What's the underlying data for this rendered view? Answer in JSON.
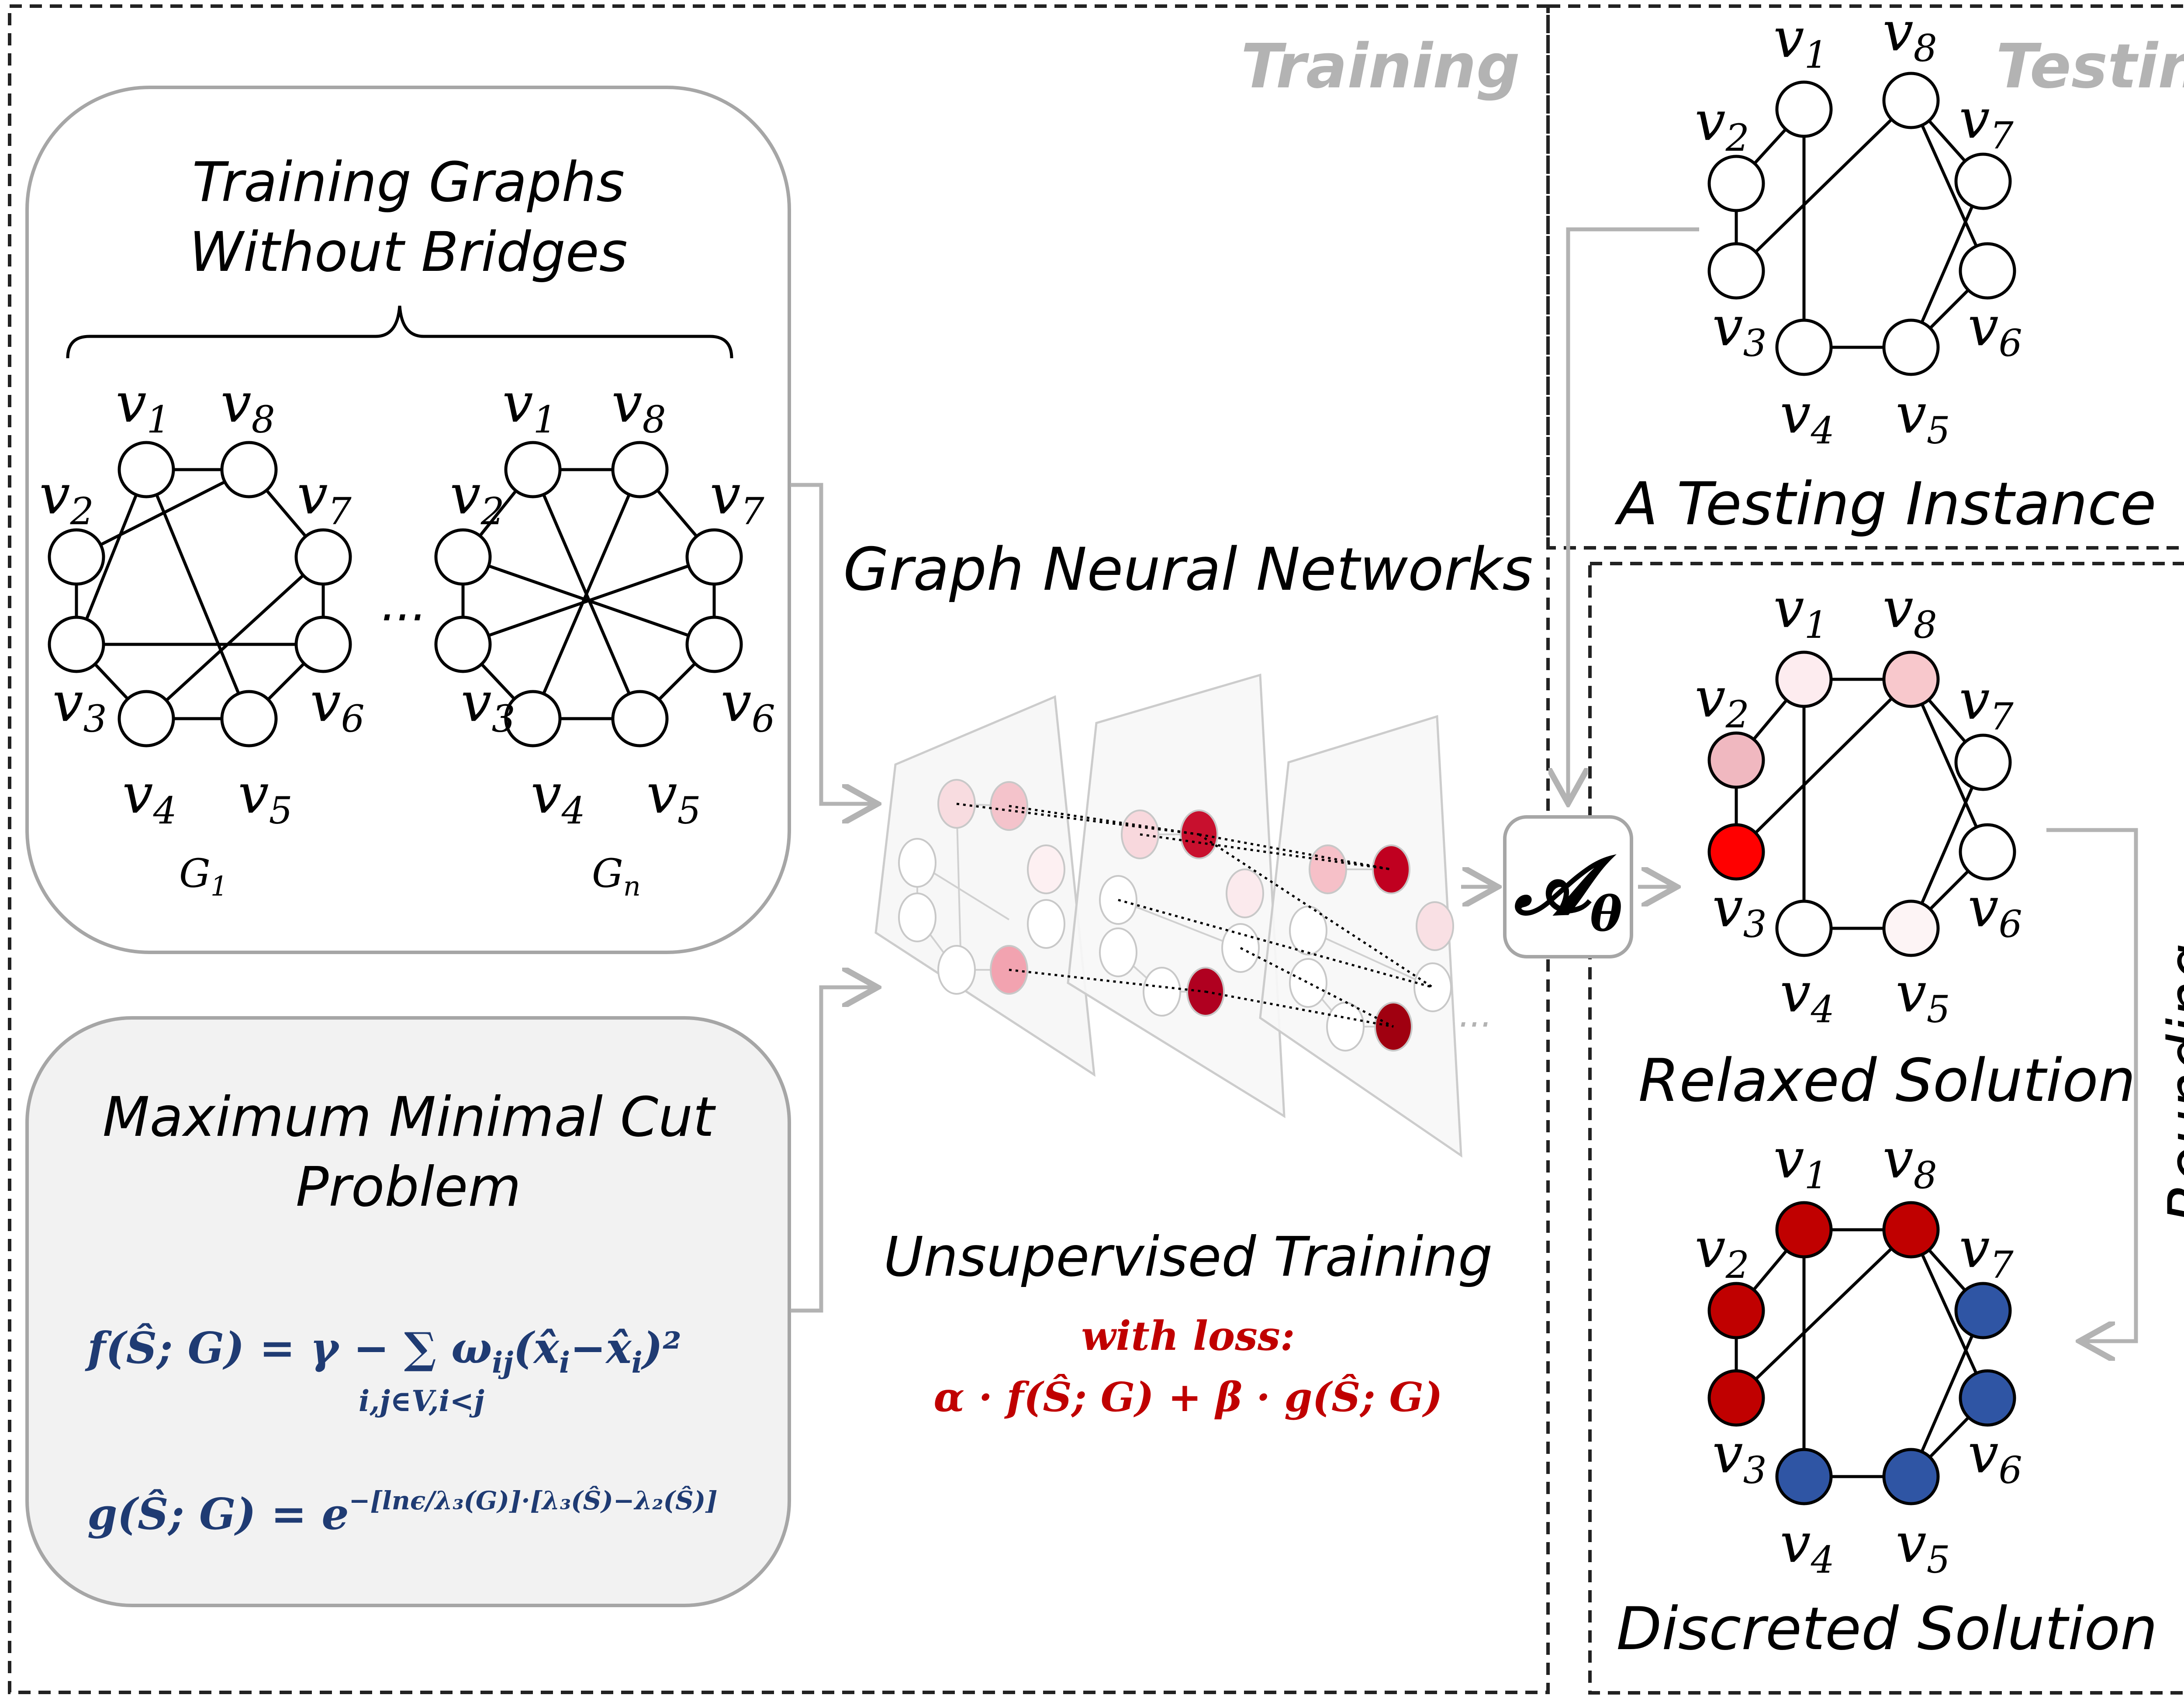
{
  "sections": {
    "training_title": "Training",
    "testing_title": "Testing"
  },
  "training_graphs": {
    "title_line1": "Training Graphs",
    "title_line2": "Without Bridges",
    "ellipsis": "...",
    "graph1_label": "G",
    "graph1_sub": "1",
    "graphn_label": "G",
    "graphn_sub": "n"
  },
  "node_labels": {
    "v": "v",
    "v1": "1",
    "v2": "2",
    "v3": "3",
    "v4": "4",
    "v5": "5",
    "v6": "6",
    "v7": "7",
    "v8": "8"
  },
  "problem": {
    "title_line1": "Maximum Minimal Cut",
    "title_line2": "Problem",
    "f_formula": "f(Ŝ; G) = γ − ∑ ω",
    "f_sub": "ij",
    "f_tail": "(x̂",
    "f_tail_i": "i",
    "f_tail_mid": "−x̂",
    "f_tail_i2": "i",
    "f_tail_end": ")²",
    "sum_index": "i,j∈V,i<j",
    "g_formula": "g(Ŝ; G) = e",
    "g_exponent": "−[lnϵ/λ₃(G)]·[λ₃(Ŝ)−λ₂(Ŝ)]"
  },
  "gnn": {
    "title": "Graph Neural Networks",
    "ellipsis": "...",
    "training_caption": "Unsupervised Training",
    "loss_label": "with loss:",
    "loss_formula": "α · f(Ŝ; G) + β · g(Ŝ; G)"
  },
  "model": {
    "symbol": "𝓐",
    "subscript": "θ"
  },
  "testing": {
    "instance_caption": "A Testing Instance",
    "relaxed_caption": "Relaxed Solution",
    "discrete_caption": "Discreted Solution",
    "rounding_label": "Rounding"
  },
  "colors": {
    "frame_border": "#222222",
    "arrow_gray": "#b3b3b3",
    "box_border": "#a6a6a6",
    "problem_fill": "#f2f2f2",
    "formula_blue": "#1f3b73",
    "loss_red": "#c00000",
    "discrete_red": "#c00000",
    "discrete_blue": "#2f55a4",
    "relaxed_v3": "#ff0000",
    "relaxed_v2": "#f0b8c0",
    "relaxed_v8": "#f8c8cc",
    "relaxed_v1": "#fdecef",
    "relaxed_v5": "#fdf4f5"
  }
}
